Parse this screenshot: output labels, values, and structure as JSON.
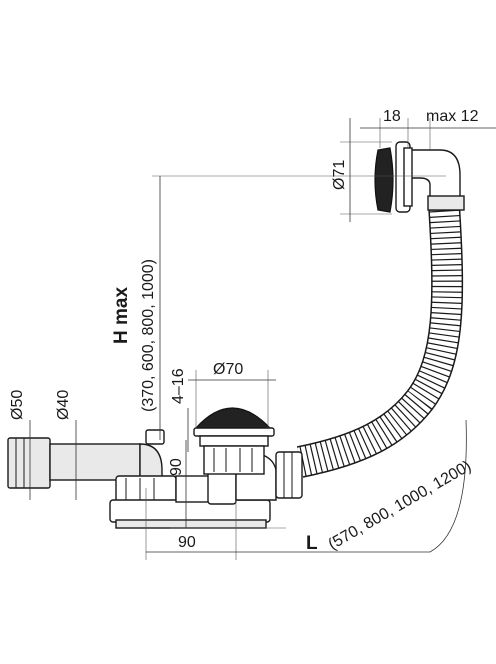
{
  "dimensions": {
    "overflow_width": "18",
    "overflow_max": "max 12",
    "overflow_diameter": "Ø71",
    "height_symbol": "H max",
    "height_values": "(370, 600, 800, 1000)",
    "drain_diameter": "Ø70",
    "drain_adjust": "4–16",
    "outlet_d50": "Ø50",
    "outlet_d40": "Ø40",
    "trap_height": "90",
    "trap_width": "90",
    "length_symbol": "L",
    "length_values": "(570, 800, 1000, 1200)"
  },
  "icons": {
    "overflow_cover": "overflow-cover-icon",
    "drain_plug": "drain-plug-icon",
    "hose": "corrugated-hose-icon",
    "trap": "trap-body-icon",
    "outlet_pipe": "outlet-pipe-icon"
  },
  "colors": {
    "line": "#1a1a1a",
    "cap": "#222222",
    "pipe_fill": "#e9e9e9",
    "background": "#ffffff"
  }
}
